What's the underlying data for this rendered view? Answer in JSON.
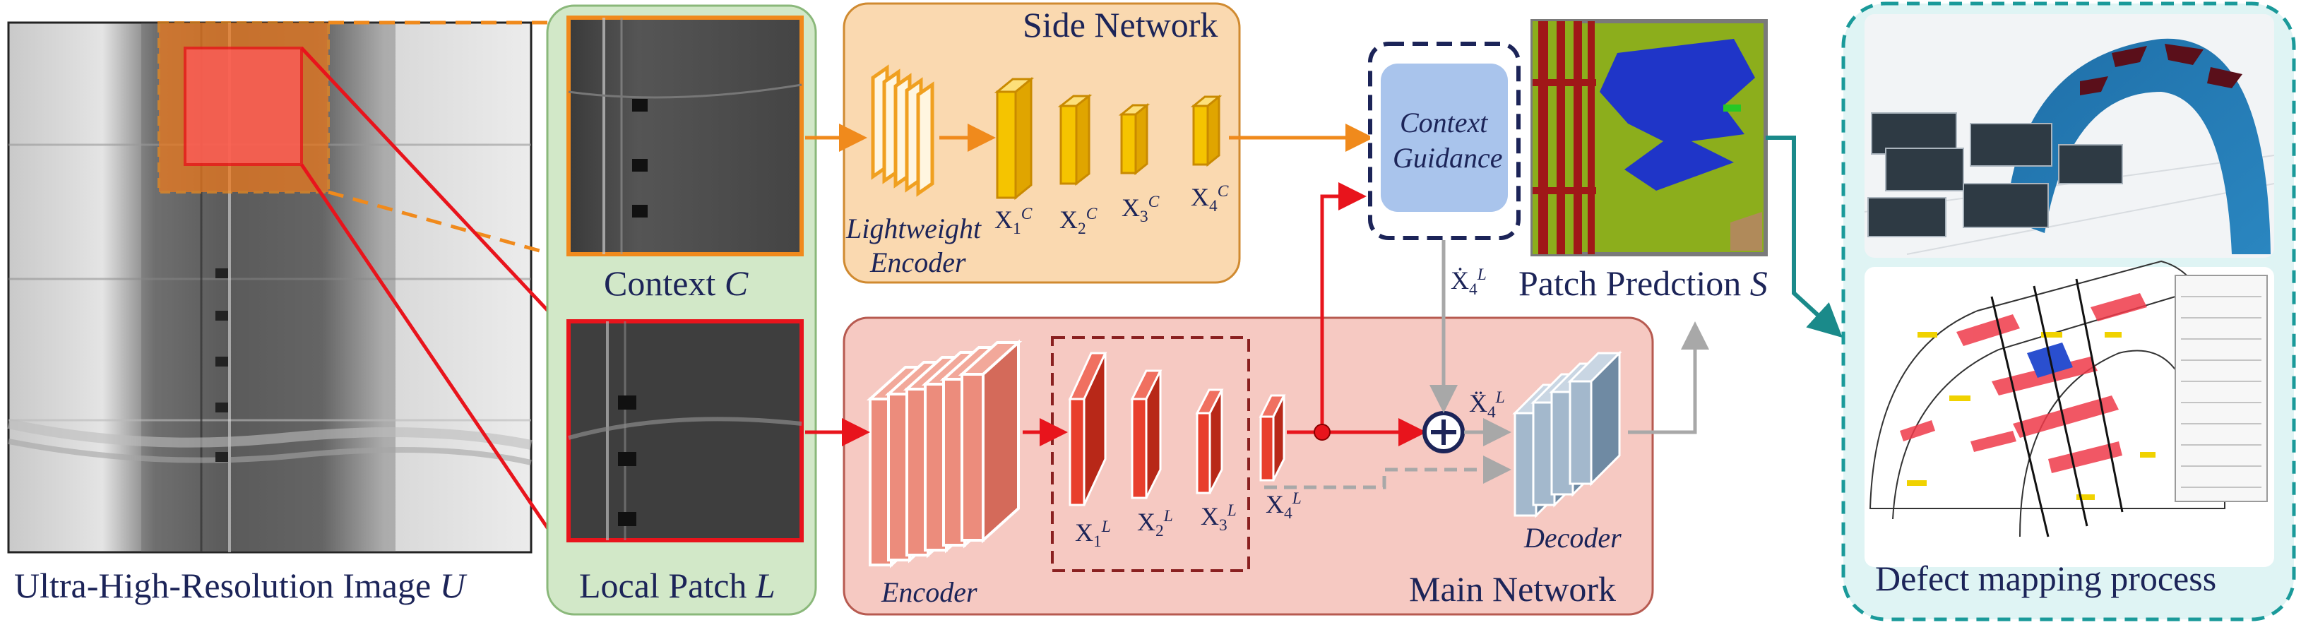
{
  "labels": {
    "uhr_image": "Ultra-High-Resolution Image",
    "uhr_symbol": "U",
    "context": "Context",
    "context_symbol": "C",
    "local_patch": "Local Patch",
    "local_symbol": "L",
    "side_network": "Side Network",
    "lightweight": "Lightweight",
    "encoder_word": "Encoder",
    "context_guidance_1": "Context",
    "context_guidance_2": "Guidance",
    "patch_prediction": "Patch Predction",
    "patch_symbol": "S",
    "encoder": "Encoder",
    "decoder": "Decoder",
    "main_network": "Main Network",
    "defect_mapping": "Defect mapping process"
  },
  "features": {
    "side": [
      {
        "base": "X",
        "sub": "1",
        "sup": "C"
      },
      {
        "base": "X",
        "sub": "2",
        "sup": "C"
      },
      {
        "base": "X",
        "sub": "3",
        "sup": "C"
      },
      {
        "base": "X",
        "sub": "4",
        "sup": "C"
      }
    ],
    "main": [
      {
        "base": "X",
        "sub": "1",
        "sup": "L"
      },
      {
        "base": "X",
        "sub": "2",
        "sup": "L"
      },
      {
        "base": "X",
        "sub": "3",
        "sup": "L"
      },
      {
        "base": "X",
        "sub": "4",
        "sup": "L"
      }
    ],
    "guided": {
      "base": "Ẋ",
      "sub": "4",
      "sup": "L"
    },
    "fused": {
      "base": "Ẍ",
      "sub": "4",
      "sup": "L"
    }
  },
  "colors": {
    "orange_arrow": "#f08a1c",
    "red_arrow": "#e8141c",
    "gray_arrow": "#a8a8a8",
    "teal_arrow": "#1a8a8a",
    "navy": "#1c2458",
    "side_panel": "#fad9b0",
    "main_panel": "#f6c9c2",
    "green_panel": "#d2e8c8",
    "defect_panel": "#dff4f4",
    "guidance_box": "#a9c4ec"
  }
}
